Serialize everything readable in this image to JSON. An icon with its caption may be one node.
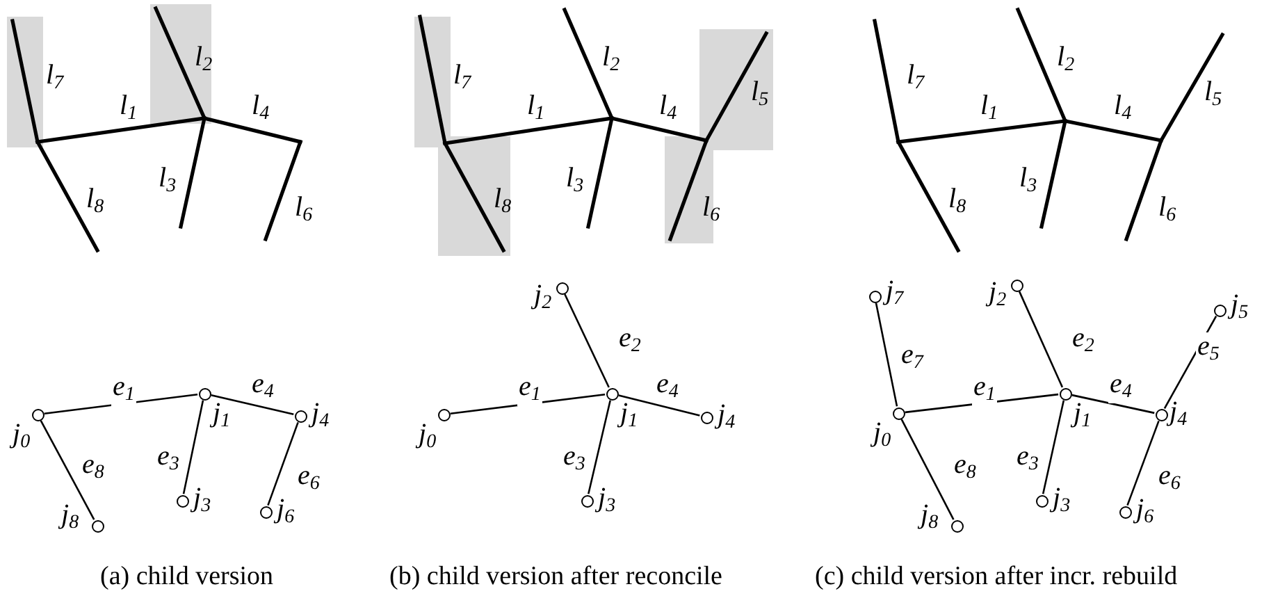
{
  "diagram": {
    "nodes": [
      {
        "text": [],
        "shape": "circle",
        "beside": [
          "j$_{0}$"
        ]
      },
      {
        "text": [],
        "shape": "circle",
        "beside": [
          "j$_{1}$"
        ]
      },
      {
        "text": [],
        "shape": "circle",
        "beside": [
          "j$_{3}$"
        ]
      },
      {
        "text": [],
        "shape": "circle",
        "beside": [
          "j$_{4}$"
        ]
      },
      {
        "text": [],
        "shape": "circle",
        "beside": [
          "j$_{6}$"
        ]
      },
      {
        "text": [],
        "shape": "circle",
        "beside": [
          "j$_{8}$"
        ]
      },
      {
        "text": [],
        "shape": "circle",
        "beside": [
          "j$_{0}$"
        ]
      },
      {
        "text": [],
        "shape": "circle",
        "beside": [
          "j$_{1}$"
        ]
      },
      {
        "text": [],
        "shape": "circle",
        "beside": [
          "j$_{2}$"
        ]
      },
      {
        "text": [],
        "shape": "circle",
        "beside": [
          "j$_{3}$"
        ]
      },
      {
        "text": [],
        "shape": "circle",
        "beside": [
          "j$_{4}$"
        ]
      },
      {
        "text": [],
        "shape": "circle",
        "beside": [
          "j$_{0}$"
        ]
      },
      {
        "text": [],
        "shape": "circle",
        "beside": [
          "j$_{1}$"
        ]
      },
      {
        "text": [],
        "shape": "circle",
        "beside": [
          "j$_{2}$"
        ]
      },
      {
        "text": [],
        "shape": "circle",
        "beside": [
          "j$_{3}$"
        ]
      },
      {
        "text": [],
        "shape": "circle",
        "beside": [
          "j$_{4}$"
        ]
      },
      {
        "text": [],
        "shape": "circle",
        "beside": [
          "j$_{5}$"
        ]
      },
      {
        "text": [],
        "shape": "circle",
        "beside": [
          "j$_{6}$"
        ]
      },
      {
        "text": [],
        "shape": "circle",
        "beside": [
          "j$_{7}$"
        ]
      },
      {
        "text": [],
        "shape": "circle",
        "beside": [
          "j$_{8}$"
        ]
      }
    ],
    "edges": [
      {
        "from": 0,
        "to": 1,
        "arrow": "none",
        "label": "e$_{1}$"
      },
      {
        "from": 1,
        "to": 2,
        "arrow": "none",
        "label": "e$_{3}$"
      },
      {
        "from": 1,
        "to": 3,
        "arrow": "none",
        "label": "e$_{4}$"
      },
      {
        "from": 3,
        "to": 4,
        "arrow": "none",
        "label": "e$_{6}$"
      },
      {
        "from": 0,
        "to": 5,
        "arrow": "none",
        "label": "e$_{8}$"
      },
      {
        "from": 6,
        "to": 7,
        "arrow": "none",
        "label": "e$_{1}$"
      },
      {
        "from": 8,
        "to": 7,
        "arrow": "none",
        "label": "e$_{2}$"
      },
      {
        "from": 7,
        "to": 9,
        "arrow": "none",
        "label": "e$_{3}$"
      },
      {
        "from": 7,
        "to": 10,
        "arrow": "none",
        "label": "e$_{4}$"
      },
      {
        "from": 11,
        "to": 12,
        "arrow": "none",
        "label": "e$_{1}$"
      },
      {
        "from": 13,
        "to": 12,
        "arrow": "none",
        "label": "e$_{2}$"
      },
      {
        "from": 12,
        "to": 14,
        "arrow": "none",
        "label": "e$_{3}$"
      },
      {
        "from": 12,
        "to": 15,
        "arrow": "none",
        "label": "e$_{4}$"
      },
      {
        "from": 15,
        "to": 16,
        "arrow": "none",
        "label": "e$_{5}$"
      },
      {
        "from": 15,
        "to": 17,
        "arrow": "none",
        "label": "e$_{6}$"
      },
      {
        "from": 18,
        "to": 11,
        "arrow": "none",
        "label": "e$_{7}$"
      },
      {
        "from": 11,
        "to": 19,
        "arrow": "none",
        "label": "e$_{8}$"
      }
    ],
    "labels": [
      "l$_{7}$",
      "l$_{2}$",
      "l$_{1}$",
      "l$_{4}$",
      "l$_{3}$",
      "l$_{8}$",
      "l$_{6}$",
      "l$_{7}$",
      "l$_{2}$",
      "l$_{1}$",
      "l$_{4}$",
      "l$_{5}$",
      "l$_{3}$",
      "l$_{8}$",
      "l$_{6}$",
      "l$_{7}$",
      "l$_{2}$",
      "l$_{1}$",
      "l$_{4}$",
      "l$_{5}$",
      "l$_{3}$",
      "l$_{8}$",
      "l$_{6}$",
      "(a) child version",
      "(b) child version after reconcile",
      "(c) child version after incr. rebuild"
    ]
  }
}
